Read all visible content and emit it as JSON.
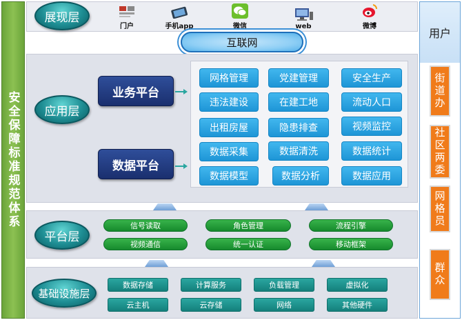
{
  "left_bar": {
    "title": "安全保障标准规范体系"
  },
  "user_panel": {
    "title": "用户",
    "items": [
      "街道办",
      "社区两委",
      "网格员",
      "群众"
    ]
  },
  "presentation_layer": {
    "label": "展现层",
    "items": [
      {
        "label": "门户",
        "icon": "portal-icon"
      },
      {
        "label": "手机app",
        "icon": "phone-icon"
      },
      {
        "label": "微信",
        "icon": "wechat-icon"
      },
      {
        "label": "web",
        "icon": "computer-icon"
      },
      {
        "label": "微博",
        "icon": "weibo-icon"
      }
    ],
    "internet": "互联网"
  },
  "application_layer": {
    "label": "应用层",
    "business_platform": "业务平台",
    "data_platform": "数据平台",
    "apps": [
      [
        "网格管理",
        "党建管理",
        "安全生产"
      ],
      [
        "违法建设",
        "在建工地",
        "流动人口"
      ],
      [
        "出租房屋",
        "隐患排查",
        "视频监控"
      ],
      [
        "数据采集",
        "数据清洗",
        "数据统计"
      ],
      [
        "数据模型",
        "数据分析",
        "数据应用"
      ]
    ]
  },
  "platform_layer": {
    "label": "平台层",
    "items": [
      [
        "信号读取",
        "角色管理",
        "流程引擎"
      ],
      [
        "视频通信",
        "统一认证",
        "移动框架"
      ]
    ]
  },
  "infrastructure_layer": {
    "label": "基础设施层",
    "items": [
      [
        "数据存储",
        "计算服务",
        "负载管理",
        "虚拟化"
      ],
      [
        "云主机",
        "云存储",
        "网络",
        "其他硬件"
      ]
    ]
  },
  "colors": {
    "green_bar": "#8cc152",
    "orange_user": "#f07b1a",
    "navy_platform": "#1a2f6e",
    "app_blue": "#1e95d6",
    "pill_green": "#168a2d",
    "infra_teal": "#14807c"
  }
}
